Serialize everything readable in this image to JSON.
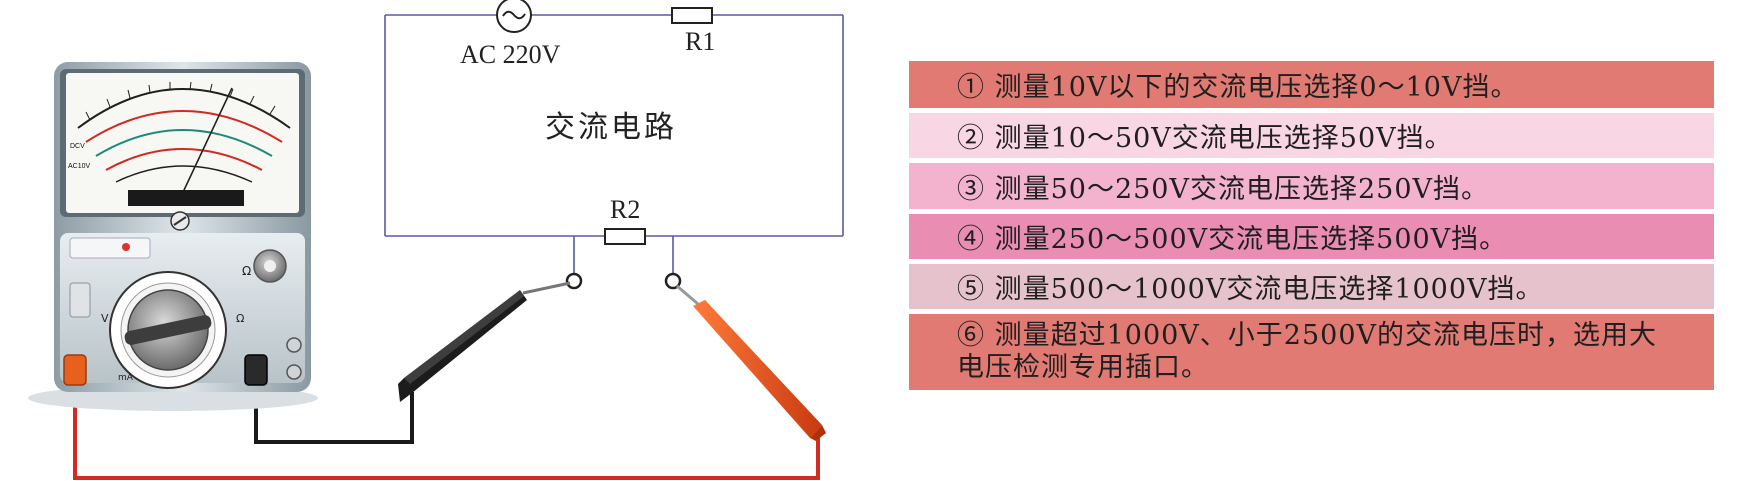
{
  "circuit": {
    "source_label": "AC 220V",
    "r1_label": "R1",
    "r2_label": "R2",
    "circuit_label": "交流电路"
  },
  "multimeter": {
    "dial_label_v": "V",
    "dial_label_ohm": "Ω",
    "dial_label_ma": "mA",
    "ohm_knob_label": "Ω",
    "scale_text_dcv": "DCV",
    "scale_text_acv": "AC10V"
  },
  "notes": {
    "items": [
      {
        "text": "① 测量10V以下的交流电压选择0～10V挡。",
        "color": "#e17a73"
      },
      {
        "text": "② 测量10～50V交流电压选择50V挡。",
        "color": "#f9d6e4"
      },
      {
        "text": "③ 测量50～250V交流电压选择250V挡。",
        "color": "#f3b3cf"
      },
      {
        "text": "④ 测量250～500V交流电压选择500V挡。",
        "color": "#e98db3"
      },
      {
        "text": "⑤ 测量500～1000V交流电压选择1000V挡。",
        "color": "#e6c3cc"
      },
      {
        "text": "⑥ 测量超过1000V、小于2500V的交流电压时，选用大电压检测专用插口。",
        "color": "#e17a73"
      }
    ]
  },
  "colors": {
    "wire_black": "#1a1a1a",
    "wire_red": "#d32a22",
    "probe_red": "#e2531c",
    "circuit_line": "#5a5aa0"
  }
}
